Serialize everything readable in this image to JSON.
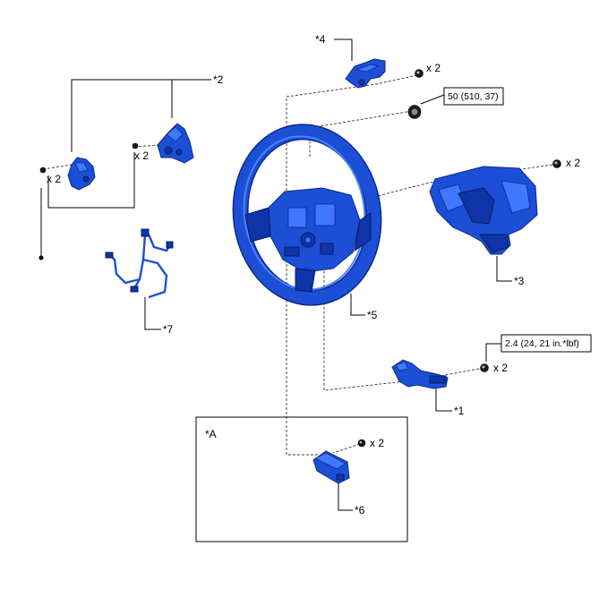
{
  "labels": {
    "part_1": "*1",
    "part_2": "*2",
    "part_3": "*3",
    "part_4": "*4",
    "part_5": "*5",
    "part_6": "*6",
    "part_7": "*7",
    "area_a": "*A"
  },
  "quantities": {
    "q_part4": "x 2",
    "q_part3": "x 2",
    "q_part2_right": "x 2",
    "q_part2_left": "x 2",
    "q_part1": "x 2",
    "q_part6": "x 2"
  },
  "torque_specs": {
    "nut": "50 (510, 37)",
    "screw_part1": "2.4 (24, 21 in.*lbf)"
  },
  "colors": {
    "part_fill": "#1c4fd6",
    "part_outline": "#0a2a8a"
  }
}
